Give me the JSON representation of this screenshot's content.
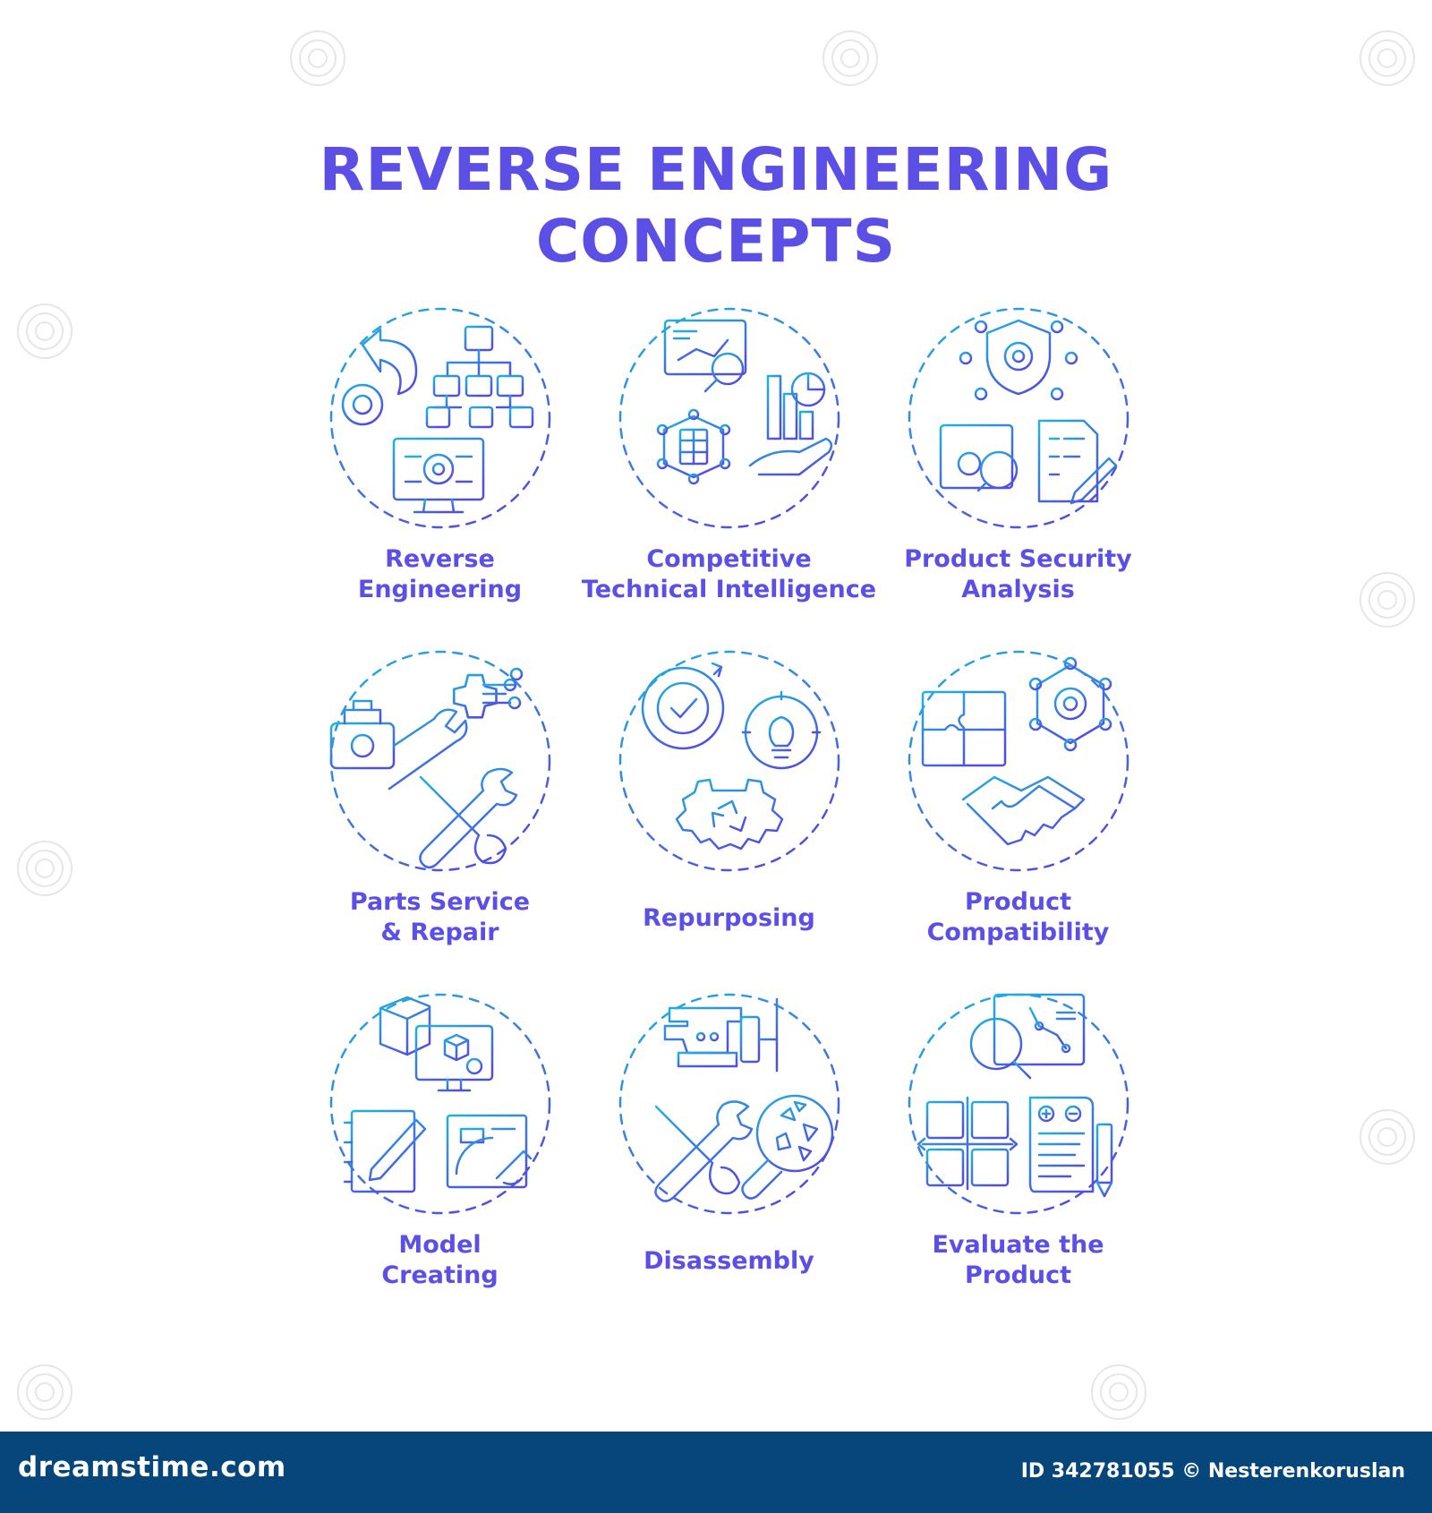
{
  "title": {
    "line1": "REVERSE ENGINEERING",
    "line2": "CONCEPTS"
  },
  "concepts": [
    {
      "icon": "reverse-engineering-icon",
      "line1": "Reverse",
      "line2": "Engineering"
    },
    {
      "icon": "competitive-intelligence-icon",
      "line1": "Competitive",
      "line2": "Technical Intelligence"
    },
    {
      "icon": "security-analysis-icon",
      "line1": "Product Security",
      "line2": "Analysis"
    },
    {
      "icon": "parts-repair-icon",
      "line1": "Parts Service",
      "line2": "& Repair"
    },
    {
      "icon": "repurposing-icon",
      "line1": "Repurposing",
      "line2": ""
    },
    {
      "icon": "compatibility-icon",
      "line1": "Product",
      "line2": "Compatibility"
    },
    {
      "icon": "model-creating-icon",
      "line1": "Model",
      "line2": "Creating"
    },
    {
      "icon": "disassembly-icon",
      "line1": "Disassembly",
      "line2": ""
    },
    {
      "icon": "evaluate-product-icon",
      "line1": "Evaluate the",
      "line2": "Product"
    }
  ],
  "colors": {
    "title": "#5b4fe6",
    "icon_gradient_start": "#1fb3e0",
    "icon_gradient_end": "#5050e0",
    "footer_bg": "#07467b"
  },
  "footer": {
    "brand": "dreamstime.com",
    "meta": "ID 342781055 © Nesterenkoruslan"
  }
}
